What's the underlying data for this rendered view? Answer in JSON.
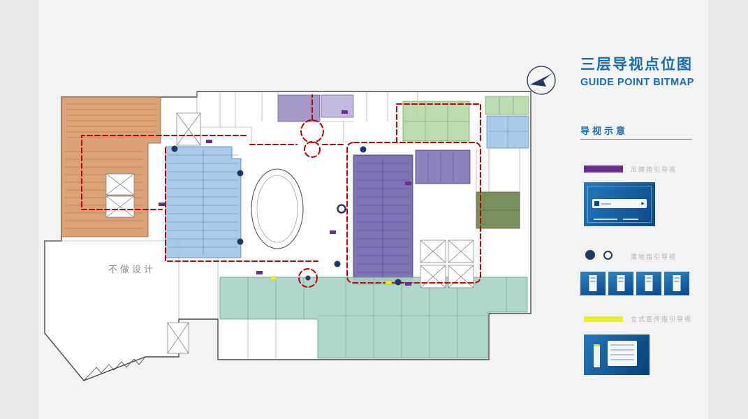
{
  "header": {
    "title_cn": "三层导视点位图",
    "title_en": "GUIDE POINT BITMAP"
  },
  "legend": {
    "heading": "导视示意",
    "items": [
      {
        "label": "吊牌指引导视",
        "swatch": "#6a2d91",
        "type": "hanging-sign"
      },
      {
        "label": "落地指引导视",
        "swatch": "#1f3864",
        "type": "floor-standing-sign"
      },
      {
        "label": "立式宣传指引导视",
        "swatch": "#e7ee34",
        "type": "upright-poster-sign"
      }
    ]
  },
  "plan": {
    "no_design_label": "不做设计"
  },
  "icons": {
    "north_arrow": "✈",
    "arrow_right": "▶"
  },
  "colors": {
    "accent_blue": "#1a6cb4",
    "navy": "#1f3864",
    "purple": "#6a2d91",
    "yellow": "#e7ee34",
    "route_red": "#c00000",
    "zone_orange": "#d69a6c",
    "zone_blue": "#9dc3e6",
    "zone_purple_dark": "#7467ad",
    "zone_purple_light": "#b4a7d6",
    "zone_green": "#b6d7a8",
    "zone_olive": "#6d8650",
    "zone_teal": "#a7d3c5"
  }
}
